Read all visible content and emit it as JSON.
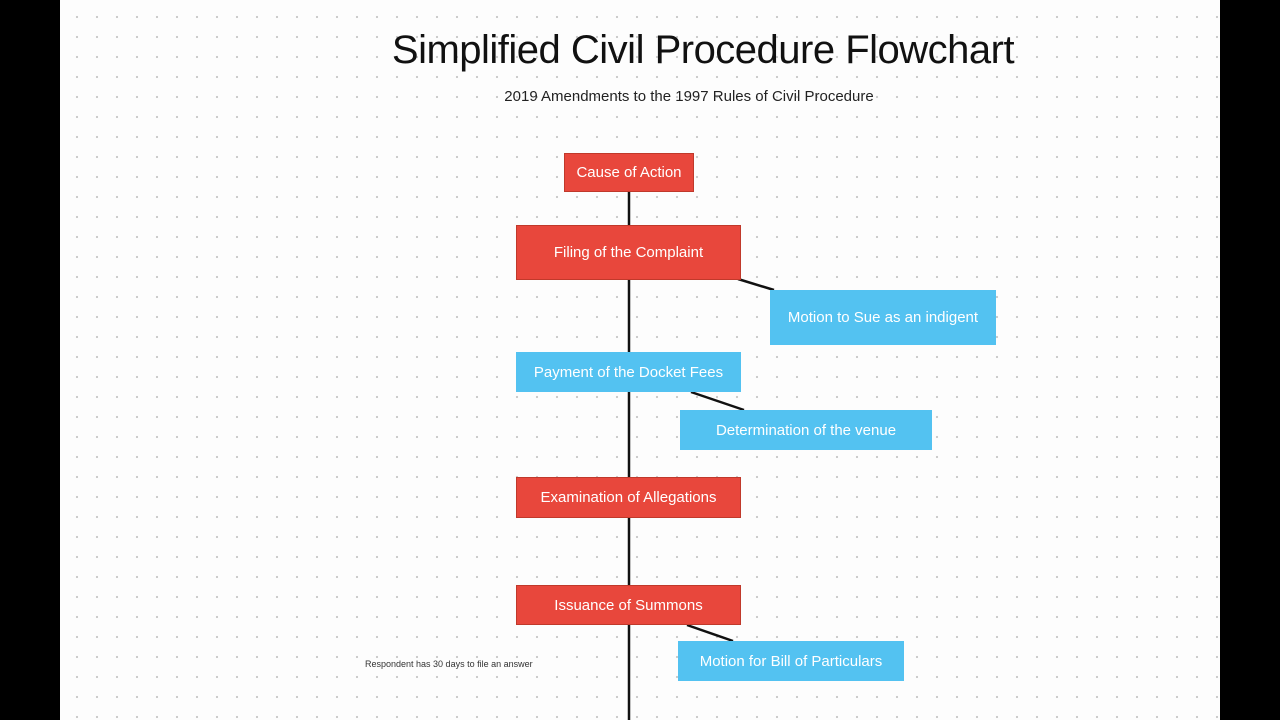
{
  "title": "Simplified Civil Procedure Flowchart",
  "subtitle": "2019 Amendments to the 1997 Rules of Civil Procedure",
  "colors": {
    "main_step": "#e8473c",
    "side_step": "#53c2f1",
    "connector": "#111111",
    "canvas": "#fdfdfd",
    "frame": "#000000"
  },
  "nodes": {
    "cause_of_action": "Cause of Action",
    "filing_of_complaint": "Filing of the Complaint",
    "motion_indigent": "Motion to Sue as an indigent",
    "docket_fees": "Payment of the Docket Fees",
    "venue": "Determination of the venue",
    "allegations": "Examination of Allegations",
    "summons": "Issuance of Summons",
    "bill_of_particulars": "Motion for Bill of Particulars"
  },
  "note": "Respondent has 30 days to file an answer"
}
